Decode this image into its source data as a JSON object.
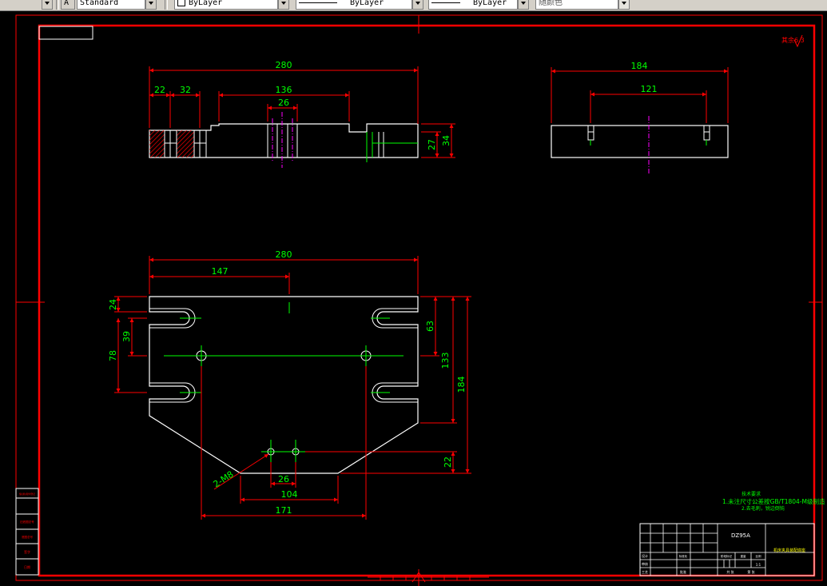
{
  "toolbar": {
    "text_style": "Standard",
    "layer": "ByLayer",
    "linetype": "ByLayer",
    "lineweight": "ByLayer",
    "color": "随颜色"
  },
  "drawing": {
    "roughness_note": "其余6.3",
    "top_view": {
      "dim_280": "280",
      "dim_22": "22",
      "dim_32": "32",
      "dim_136": "136",
      "dim_26": "26",
      "dim_27": "27",
      "dim_34": "34"
    },
    "side_view": {
      "dim_184": "184",
      "dim_121": "121"
    },
    "plan_view": {
      "dim_280": "280",
      "dim_147": "147",
      "dim_24": "24",
      "dim_39": "39",
      "dim_78": "78",
      "dim_63": "63",
      "dim_133": "133",
      "dim_184": "184",
      "dim_22": "22",
      "dim_26": "26",
      "dim_104": "104",
      "dim_171": "171",
      "thread_label": "2-M8"
    },
    "tech_req": {
      "title": "技术要求",
      "line1": "1.未注尺寸公差按GB/T1804-M级制造",
      "line2": "2.去毛刺，锐边倒钝"
    },
    "title_block": {
      "drawing_no": "DZ95A",
      "part_name": "机床夹具装配底座",
      "design": "设计",
      "check": "审核",
      "standard": "标准化",
      "approve": "批准",
      "process": "工艺",
      "stage_mark": "阶段标记",
      "weight": "重量",
      "scale": "比例",
      "scale_value": "1:1",
      "sheet_total": "共 张",
      "sheet_no": "第 张"
    },
    "left_strip": {
      "l1": "借(通)用件登记",
      "l2": "旧底图总号",
      "l3": "底图总号",
      "l4": "签字",
      "l5": "日期"
    }
  },
  "colors": {
    "frame": "#ff0000",
    "outline": "#ffffff",
    "dimension": "#00ff00",
    "dim_line": "#ff0000",
    "center": "#ff00ff"
  }
}
